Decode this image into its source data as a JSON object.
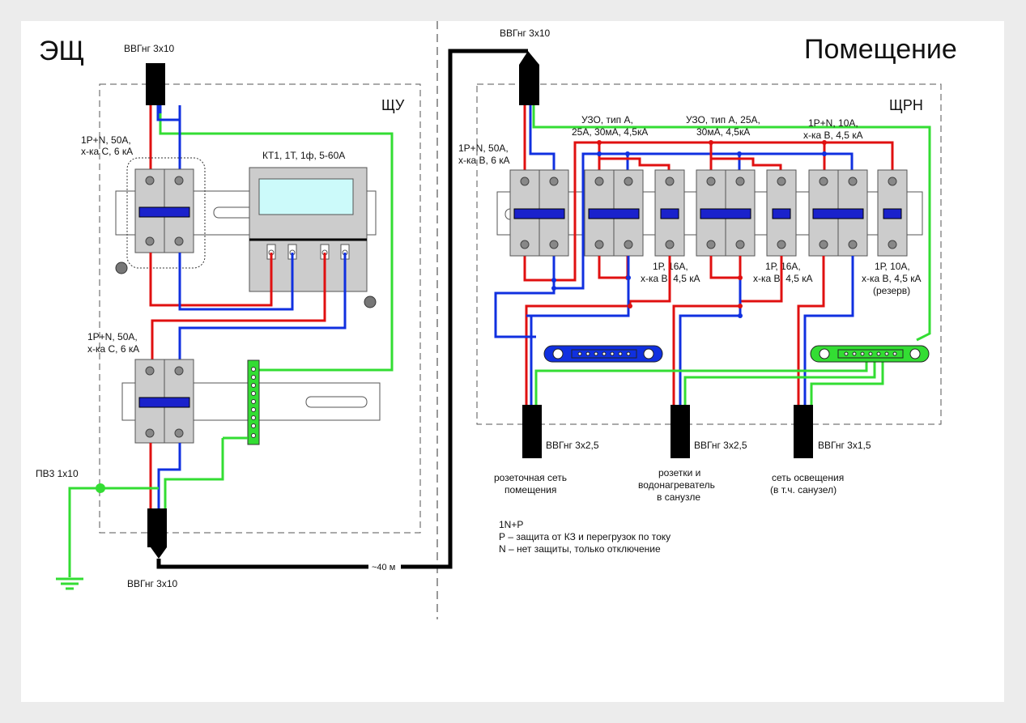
{
  "areas": {
    "left_title": "ЭЩ",
    "right_title": "Помещение",
    "left_panel": "ЩУ",
    "right_panel": "ЩРН"
  },
  "cables": {
    "input_top": "ВВГнг 3х10",
    "input_bottom": "ВВГнг 3х10",
    "room_input": "ВВГнг 3х10",
    "length": "~40 м",
    "ground": "ПВ3 1х10",
    "out1": "ВВГнг 3х2,5",
    "out2": "ВВГнг 3х2,5",
    "out3": "ВВГнг 3х1,5"
  },
  "left_devices": {
    "breaker1": [
      "1P+N, 50A,",
      "х-ка С, 6 кА"
    ],
    "meter": "КТ1, 1Т, 1ф, 5-60А",
    "breaker2": [
      "1P+N, 50A,",
      "х-ка С, 6 кА"
    ]
  },
  "right_devices": {
    "main_breaker": [
      "1P+N, 50A,",
      "х-ка В, 6 кА"
    ],
    "rcd1": [
      "УЗО, тип А,",
      "25А, 30мА, 4,5кА"
    ],
    "rcd2": [
      "УЗО, тип А, 25А,",
      "30мА, 4,5кА"
    ],
    "breaker_light": [
      "1P+N, 10A,",
      "х-ка В, 4,5 кА"
    ],
    "breaker_16a_1": [
      "1Р, 16А,",
      "х-ка В, 4,5 кА"
    ],
    "breaker_16a_2": [
      "1Р, 16А,",
      "х-ка В, 4,5 кА"
    ],
    "breaker_reserve": [
      "1Р, 10А,",
      "х-ка В, 4,5 кА",
      "(резерв)"
    ]
  },
  "outputs": {
    "out1": [
      "розеточная сеть",
      "помещения"
    ],
    "out2": [
      "розетки и",
      "водонагреватель",
      "в санузле"
    ],
    "out3": [
      "сеть освещения",
      "(в т.ч. санузел)"
    ]
  },
  "notes": [
    "1N+P",
    "Р – защита от КЗ и перегрузок по току",
    "N – нет защиты, только отключение"
  ],
  "colors": {
    "phase": "#e01010",
    "neutral": "#1030e0",
    "earth": "#33dd33",
    "cable": "#000000",
    "device_body": "#cccccc",
    "lever": "#1a22cc",
    "meter_screen": "#ccfafa"
  }
}
